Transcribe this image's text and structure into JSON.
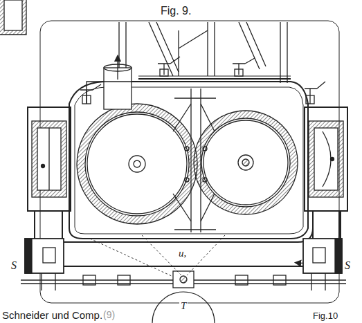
{
  "diagram": {
    "labels": [
      "Fig. 9.",
      "u,",
      "S",
      "S",
      "T",
      "Schneider und Comp.",
      "(9)",
      "Fig.10"
    ]
  }
}
